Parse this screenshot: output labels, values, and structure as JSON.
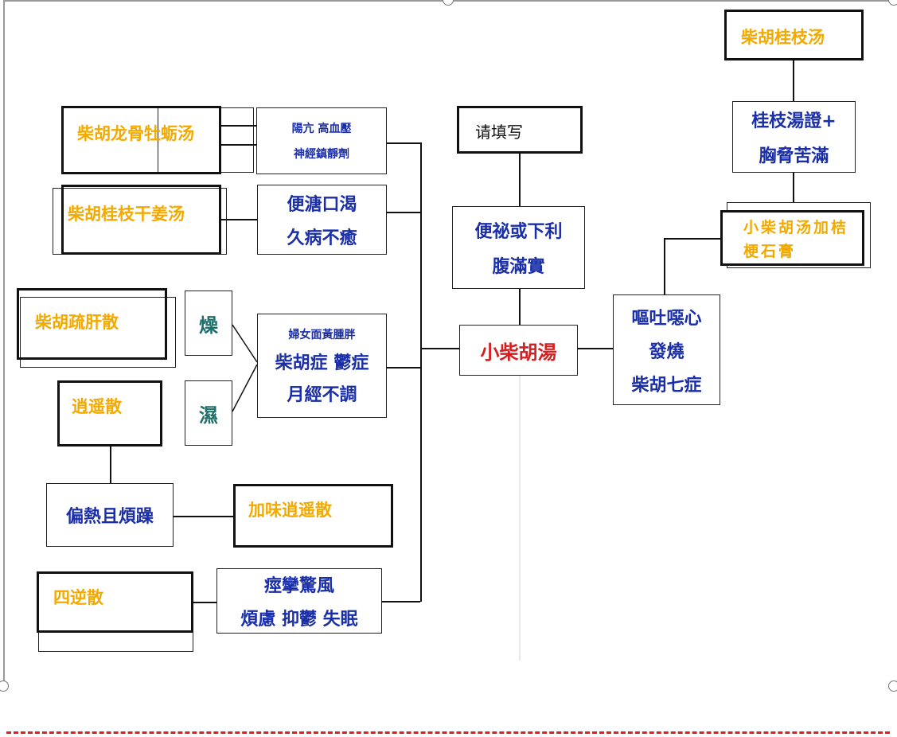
{
  "nodes": {
    "center": "小柴胡湯",
    "fill_in": "请填写",
    "constipation": [
      "便祕或下利",
      "腹滿實"
    ],
    "vomit": [
      "嘔吐噁心",
      "發燒",
      "柴胡七症"
    ],
    "guizhi_sym": [
      "桂枝湯證+",
      "胸脅苦滿"
    ],
    "yang_kang": [
      "陽亢  高血壓",
      "神經鎮靜劑"
    ],
    "thirst": [
      "便溏口渴",
      "久病不癒"
    ],
    "women": [
      "婦女面黃腫胖",
      "柴胡症 鬱症",
      "月經不調"
    ],
    "dry": "燥",
    "wet": "濕",
    "heat": "偏熱且煩躁",
    "spasm": [
      "痙攣驚風",
      "煩慮 抑鬱 失眠"
    ]
  },
  "formulas": {
    "longgu": "柴胡龙骨牡蛎汤",
    "guizhi_ganjiang": "柴胡桂枝干姜汤",
    "shugan": "柴胡疏肝散",
    "xiaoyao": "逍遥散",
    "jiawei": "加味逍遥散",
    "sini": "四逆散",
    "guizhi": "柴胡桂枝汤",
    "jiegeng": "小柴胡汤加桔梗石膏"
  },
  "colors": {
    "formula": "#f2a900",
    "symptom": "#1a2ea8",
    "center": "#d42020",
    "teal": "#1f6f6a",
    "dash": "#e02020"
  }
}
